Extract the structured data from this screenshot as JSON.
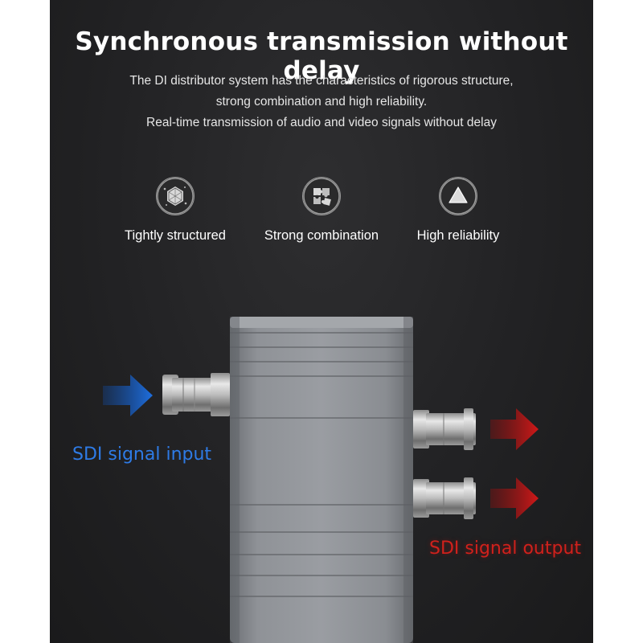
{
  "header": {
    "title": "Synchronous transmission without delay",
    "description_lines": [
      "The DI distributor system has the characteristics of rigorous structure,",
      "strong combination and high reliability.",
      "Real-time transmission of audio and video signals without delay"
    ]
  },
  "features": [
    {
      "label": "Tightly structured",
      "icon": "hexagon-structure-icon"
    },
    {
      "label": "Strong combination",
      "icon": "puzzle-pieces-icon"
    },
    {
      "label": "High reliability",
      "icon": "triangle-icon"
    }
  ],
  "device": {
    "input_label": "SDI signal input",
    "output_label": "SDI signal output",
    "input_color": "#2e7be6",
    "output_color": "#d0211c"
  }
}
